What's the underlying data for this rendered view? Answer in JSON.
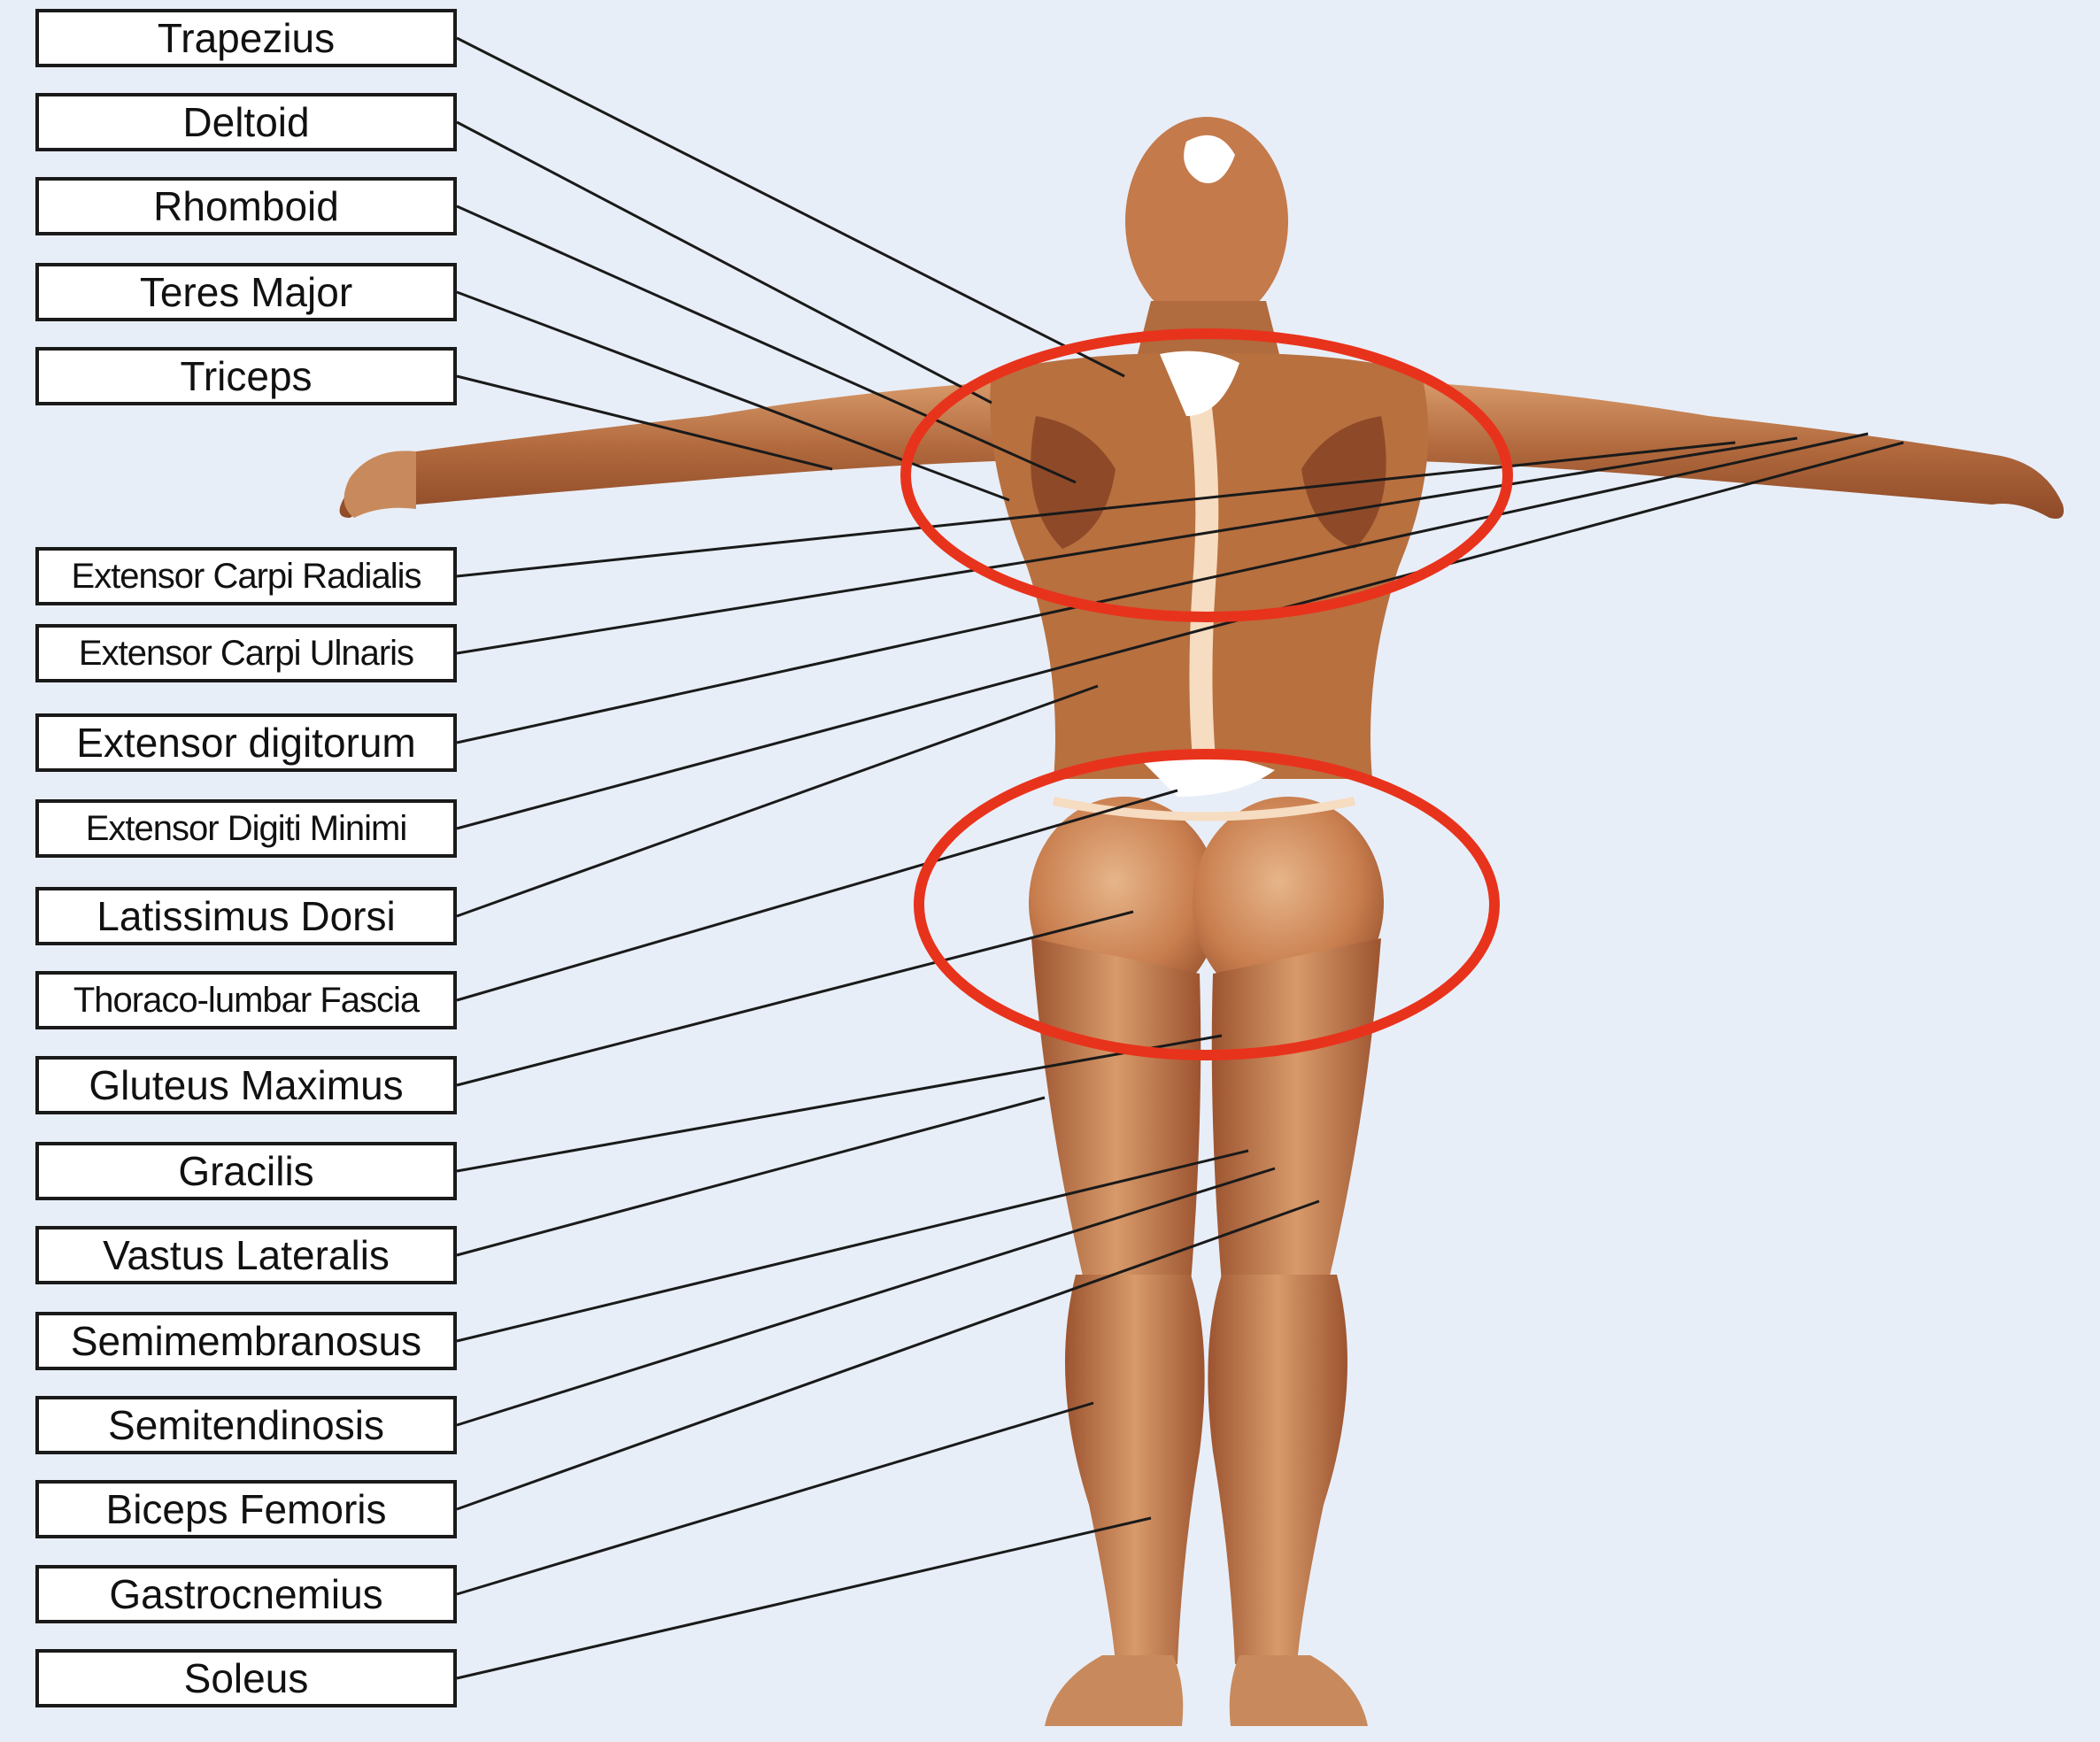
{
  "labels": [
    {
      "text": "Trapezius",
      "target": "upper-back"
    },
    {
      "text": "Deltoid",
      "target": "shoulder"
    },
    {
      "text": "Rhomboid",
      "target": "upper-back"
    },
    {
      "text": "Teres Major",
      "target": "shoulder-blade"
    },
    {
      "text": "Triceps",
      "target": "upper-arm"
    },
    {
      "text": "Extensor Carpi Radialis",
      "target": "forearm"
    },
    {
      "text": "Extensor Carpi Ulnaris",
      "target": "forearm"
    },
    {
      "text": "Extensor digitorum",
      "target": "forearm"
    },
    {
      "text": "Extensor Digiti Minimi",
      "target": "forearm"
    },
    {
      "text": "Latissimus Dorsi",
      "target": "mid-back"
    },
    {
      "text": "Thoraco-lumbar Fascia",
      "target": "lower-back"
    },
    {
      "text": "Gluteus Maximus",
      "target": "buttock"
    },
    {
      "text": "Gracilis",
      "target": "inner-thigh"
    },
    {
      "text": "Vastus Lateralis",
      "target": "outer-thigh"
    },
    {
      "text": "Semimembranosus",
      "target": "posterior-thigh"
    },
    {
      "text": "Semitendinosis",
      "target": "posterior-thigh"
    },
    {
      "text": "Biceps Femoris",
      "target": "posterior-thigh"
    },
    {
      "text": "Gastrocnemius",
      "target": "calf"
    },
    {
      "text": "Soleus",
      "target": "lower-leg"
    }
  ],
  "highlights": [
    {
      "region": "upper-back",
      "color": "#e8331c"
    },
    {
      "region": "buttocks",
      "color": "#e8331c"
    }
  ],
  "colors": {
    "background": "#e8eef8",
    "muscle_dark": "#a0522d",
    "muscle_mid": "#c97e4e",
    "muscle_light": "#e6b58a",
    "highlight": "#ffffff",
    "leader_line": "#1a1a1a",
    "ring": "#e8331c"
  }
}
